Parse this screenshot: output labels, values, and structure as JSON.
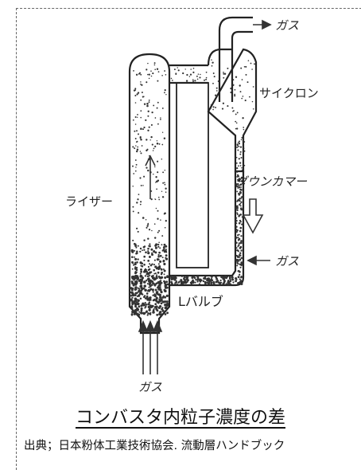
{
  "diagram": {
    "labels": {
      "gas_out": "ガス",
      "cyclone": "サイクロン",
      "downcomer": "ダウンカマー",
      "riser": "ライザー",
      "gas_side": "ガス",
      "l_valve": "Lバルブ",
      "gas_in": "ガス"
    }
  },
  "caption": {
    "title": "コンバスタ内粒子濃度の差",
    "source": "出典；日本粉体工業技術協会. 流動層ハンドブック"
  }
}
